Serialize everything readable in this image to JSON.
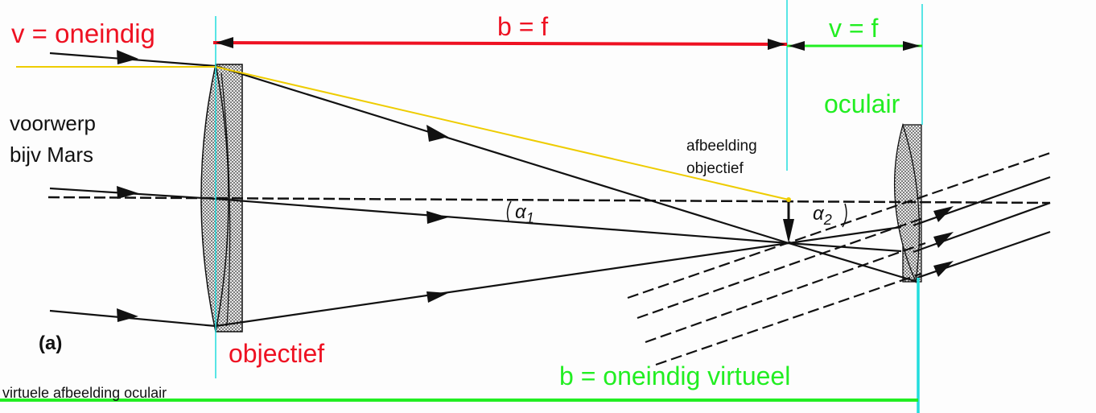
{
  "labels": {
    "v_oneindig": "v = oneindig",
    "b_f": "b = f",
    "v_f": "v = f",
    "oculair": "oculair",
    "voorwerp": "voorwerp",
    "bijv_mars": "bijv Mars",
    "afbeelding": "afbeelding",
    "objectief_small": "objectief",
    "alpha1": "α",
    "alpha1_sub": "1",
    "alpha2": "α",
    "alpha2_sub": "2",
    "figure_a": "(a)",
    "objectief": "objectief",
    "b_oneindig": "b = oneindig virtueel",
    "virtuele_afbeelding": "virtuele afbeelding oculair"
  },
  "colors": {
    "red": "#ee1122",
    "green": "#22ee22",
    "cyan": "#22dddd",
    "yellow": "#eecc00",
    "ink": "#111111"
  }
}
